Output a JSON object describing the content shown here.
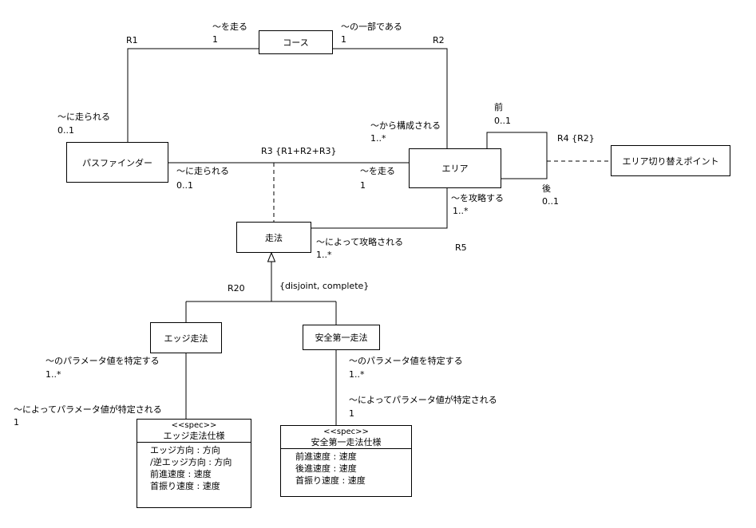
{
  "classes": {
    "course": "コース",
    "pathfinder": "パスファインダー",
    "area": "エリア",
    "area_switch": "エリア切り替えポイント",
    "run_method": "走法",
    "edge_run": "エッジ走法",
    "safety_run": "安全第一走法"
  },
  "specs": {
    "edge": {
      "stereotype": "<<spec>>",
      "name": "エッジ走法仕様",
      "attributes": [
        "エッジ方向 : 方向",
        "/逆エッジ方向 : 方向",
        "前進速度 : 速度",
        "首振り速度 : 速度"
      ]
    },
    "safety": {
      "stereotype": "<<spec>>",
      "name": "安全第一走法仕様",
      "attributes": [
        "前進速度 : 速度",
        "後進速度 : 速度",
        "首振り速度 : 速度"
      ]
    }
  },
  "relations": {
    "r1": {
      "name": "R1",
      "course_role": "〜を走る",
      "course_mult": "1",
      "pf_role": "〜に走られる",
      "pf_mult": "0..1"
    },
    "r2": {
      "name": "R2",
      "course_role": "〜の一部である",
      "course_mult": "1",
      "area_role": "〜から構成される",
      "area_mult": "1..*"
    },
    "r3": {
      "name": "R3 {R1+R2+R3}",
      "pf_role": "〜に走られる",
      "pf_mult": "0..1",
      "area_role": "〜を走る",
      "area_mult": "1"
    },
    "r4": {
      "name": "R4 {R2}",
      "front": "前",
      "front_mult": "0..1",
      "back": "後",
      "back_mult": "0..1"
    },
    "r5": {
      "name": "R5",
      "area_role": "〜を攻略する",
      "area_mult": "1..*",
      "run_role": "〜によって攻略される",
      "run_mult": "1..*"
    },
    "r20": {
      "name": "R20",
      "constraint": "{disjoint, complete}"
    },
    "edge_spec": {
      "top_role": "〜のパラメータ値を特定する",
      "top_mult": "1..*",
      "bottom_role": "〜によってパラメータ値が特定される",
      "bottom_mult": "1"
    },
    "safety_spec": {
      "top_role": "〜のパラメータ値を特定する",
      "top_mult": "1..*",
      "bottom_role": "〜によってパラメータ値が特定される",
      "bottom_mult": "1"
    }
  }
}
